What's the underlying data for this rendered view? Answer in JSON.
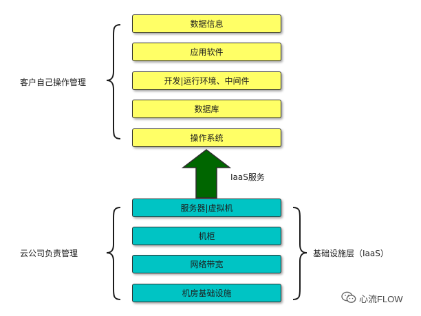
{
  "customer_side": {
    "label": "客户自己操作管理",
    "layers": [
      "数据信息",
      "应用软件",
      "开发|运行环境、中间件",
      "数据库",
      "操作系统"
    ]
  },
  "service": {
    "label": "IaaS服务"
  },
  "cloud_side": {
    "label": "云公司负责管理",
    "layers": [
      "服务器|虚拟机",
      "机柜",
      "网络带宽",
      "机房基础设施"
    ],
    "infra_label": "基础设施层（IaaS）"
  },
  "colors": {
    "customer_box": "#ffff66",
    "cloud_box": "#00c4c4",
    "arrow": "#006600"
  },
  "watermark": {
    "text": "心流FLOW",
    "icon": "wechat-icon"
  }
}
